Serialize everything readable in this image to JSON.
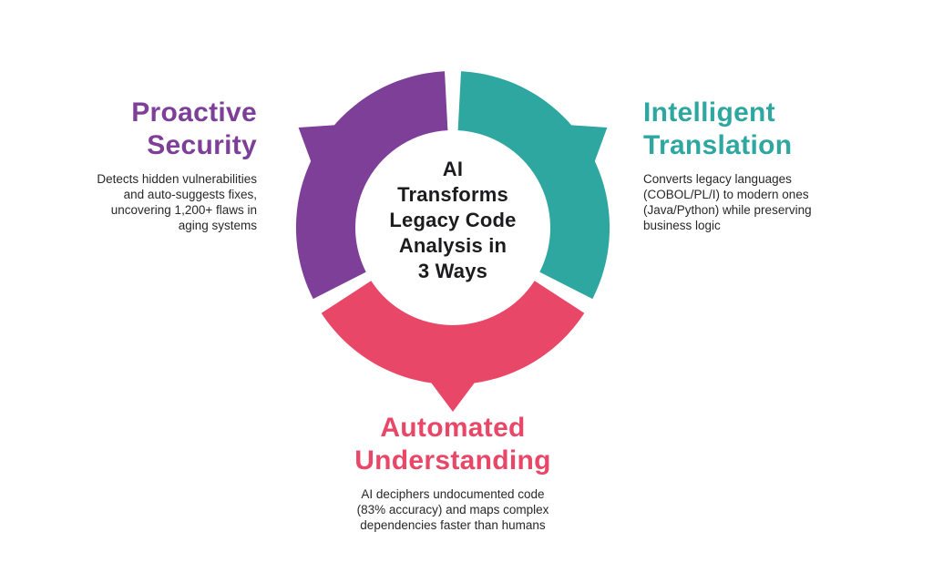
{
  "background": "#ffffff",
  "center": {
    "title": "AI\nTransforms\nLegacy Code\nAnalysis in\n3 Ways",
    "text_color": "#1c1c1e"
  },
  "segments": [
    {
      "id": "proactive-security",
      "title": "Proactive\nSecurity",
      "description": "Detects hidden vulnerabilities\nand auto-suggests fixes,\nuncovering 1,200+ flaws in\naging systems",
      "color": "#7d3f98",
      "position": "left"
    },
    {
      "id": "intelligent-translation",
      "title": "Intelligent\nTranslation",
      "description": "Converts legacy languages\n(COBOL/PL/I) to modern ones\n(Java/Python) while preserving\nbusiness logic",
      "color": "#2fa7a1",
      "position": "right"
    },
    {
      "id": "automated-understanding",
      "title": "Automated\nUnderstanding",
      "description": "AI deciphers undocumented code\n(83% accuracy) and maps complex\ndependencies faster than humans",
      "color": "#e94768",
      "position": "bottom"
    }
  ]
}
